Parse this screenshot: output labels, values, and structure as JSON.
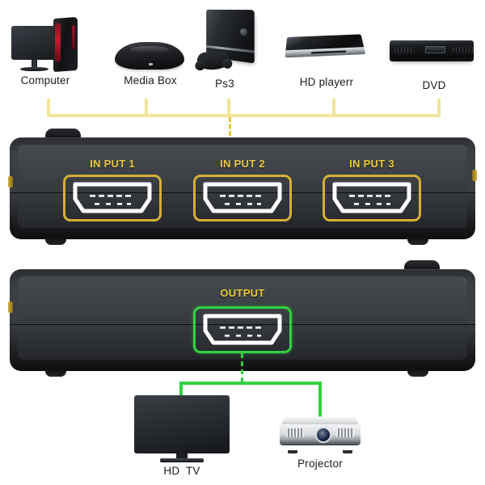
{
  "diagram": {
    "title": "HDMI Switch Connection Diagram",
    "colors": {
      "input_accent": "#d4af37",
      "input_label": "#e9c93f",
      "bracket": "#f2e49a",
      "output_accent": "#2fd23f",
      "chassis": "#3c4044",
      "background": "#ffffff",
      "text": "#1b1b1b"
    }
  },
  "sources": {
    "bracket_label": "input sources bracket",
    "active_source": "Ps3",
    "items": [
      {
        "label": "Computer",
        "icon": "desktop-computer-icon"
      },
      {
        "label": "Media Box",
        "icon": "media-box-icon"
      },
      {
        "label": "Ps3",
        "icon": "game-console-icon"
      },
      {
        "label": "HD playerr",
        "icon": "hd-player-icon"
      },
      {
        "label": "DVD",
        "icon": "dvd-player-icon"
      }
    ]
  },
  "switch_front": {
    "ports": [
      {
        "label": "IN PUT 1",
        "icon": "hdmi-port-icon"
      },
      {
        "label": "IN PUT 2",
        "icon": "hdmi-port-icon"
      },
      {
        "label": "IN PUT 3",
        "icon": "hdmi-port-icon"
      }
    ]
  },
  "switch_back": {
    "ports": [
      {
        "label": "OUTPUT",
        "icon": "hdmi-port-icon"
      }
    ]
  },
  "sinks": {
    "items": [
      {
        "label": "HD  TV",
        "icon": "television-icon"
      },
      {
        "label": "Projector",
        "icon": "projector-icon"
      }
    ]
  }
}
